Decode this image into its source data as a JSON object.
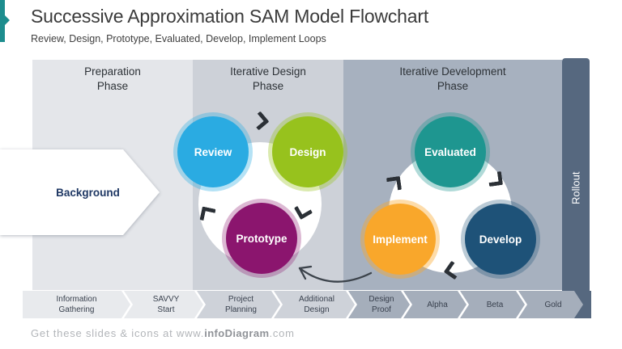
{
  "header": {
    "title": "Successive Approximation SAM Model Flowchart",
    "subtitle": "Review, Design, Prototype, Evaluated, Develop, Implement Loops"
  },
  "phases": [
    {
      "label": "Preparation\nPhase",
      "band_color": "#e4e6ea"
    },
    {
      "label": "Iterative Design\nPhase",
      "band_color": "#cdd1d8"
    },
    {
      "label": "Iterative Development\nPhase",
      "band_color": "#a7b1bf"
    }
  ],
  "background_arrow": {
    "label": "Background"
  },
  "rollout": {
    "label": "Rollout",
    "bar_color": "#56687f"
  },
  "loops": {
    "design_loop": {
      "steps": [
        {
          "name": "Review",
          "color": "#2aabe2"
        },
        {
          "name": "Design",
          "color": "#97c21d"
        },
        {
          "name": "Prototype",
          "color": "#8b156e"
        }
      ]
    },
    "development_loop": {
      "steps": [
        {
          "name": "Evaluated",
          "color": "#1e9690"
        },
        {
          "name": "Develop",
          "color": "#1e5278"
        },
        {
          "name": "Implement",
          "color": "#f9a72b"
        }
      ]
    }
  },
  "timeline": {
    "milestones": [
      {
        "label": "Information\nGathering"
      },
      {
        "label": "SAVVY\nStart"
      },
      {
        "label": "Project\nPlanning"
      },
      {
        "label": "Additional\nDesign"
      },
      {
        "label": "Design\nProof"
      },
      {
        "label": "Alpha"
      },
      {
        "label": "Beta"
      },
      {
        "label": "Gold"
      }
    ]
  },
  "footer": {
    "prefix": "Get these slides & icons at www.",
    "brand": "infoDiagram",
    "suffix": ".com"
  },
  "colors": {
    "accent_teal": "#1d8d8e",
    "cycle_arrow": "#2b3036",
    "iteration_arrow": "#3c434b"
  }
}
